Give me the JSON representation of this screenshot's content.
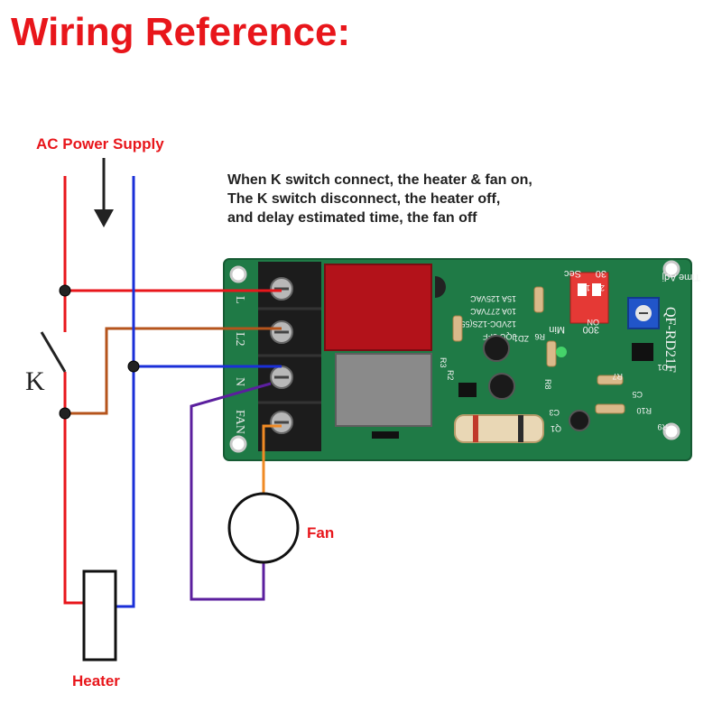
{
  "title": "Wiring  Reference:",
  "power_label": "AC Power Supply",
  "description": [
    "When K switch connect, the heater & fan on,",
    "The K switch disconnect, the heater off,",
    "and delay estimated time, the fan off"
  ],
  "switch_label": "K",
  "fan_label": "Fan",
  "heater_label": "Heater",
  "terminals": [
    "L",
    "L2",
    "N",
    "FAN"
  ],
  "board": {
    "model": "QF-RD21F",
    "time_label": "Time Adj",
    "sec_label": "Sec",
    "min_label": "Min",
    "sec_value": "30",
    "min_value": "300",
    "dip_on": "ON",
    "dip_numbers": [
      "1",
      "2"
    ],
    "relay_lines": [
      "JQC-3FF",
      "12VDC-1ZS(551)",
      "10A 277VAC",
      "15A 125VAC"
    ],
    "silk": [
      "R2",
      "R3",
      "ZD1",
      "R6",
      "R7",
      "R8",
      "R9",
      "R10",
      "C3",
      "C5",
      "Q1",
      "D1"
    ]
  },
  "colors": {
    "line_red": "#e8161b",
    "line_blue": "#1a2fd8",
    "line_brown": "#b5541c",
    "line_purple": "#5b1f9e",
    "line_orange": "#f08a24",
    "pcb_green": "#1f7a46",
    "terminal_black": "#1c1c1c"
  }
}
